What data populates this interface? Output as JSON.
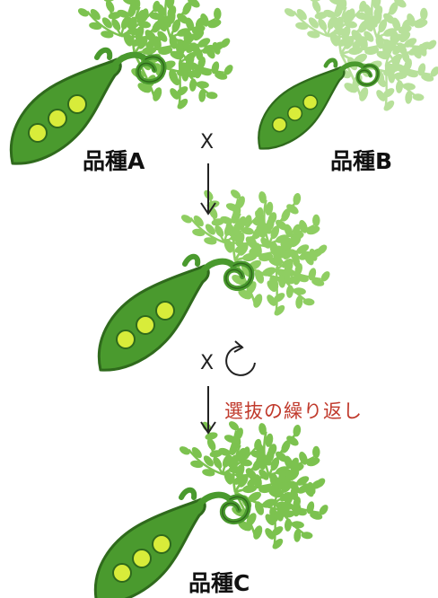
{
  "labels": {
    "variety_a": "品種A",
    "variety_b": "品種B",
    "variety_c": "品種C"
  },
  "cross_symbol": "X",
  "selection_note": "選抜の繰り返し",
  "colors": {
    "pod_dark": "#4a9a2e",
    "pod_outline": "#2f6a1c",
    "pea": "#d8ec3a",
    "leaf_a": "#7cc24f",
    "leaf_b": "#b7e09a",
    "leaf_hybrid": "#8fce62",
    "note_text": "#c0392b",
    "arrow": "#222222"
  }
}
